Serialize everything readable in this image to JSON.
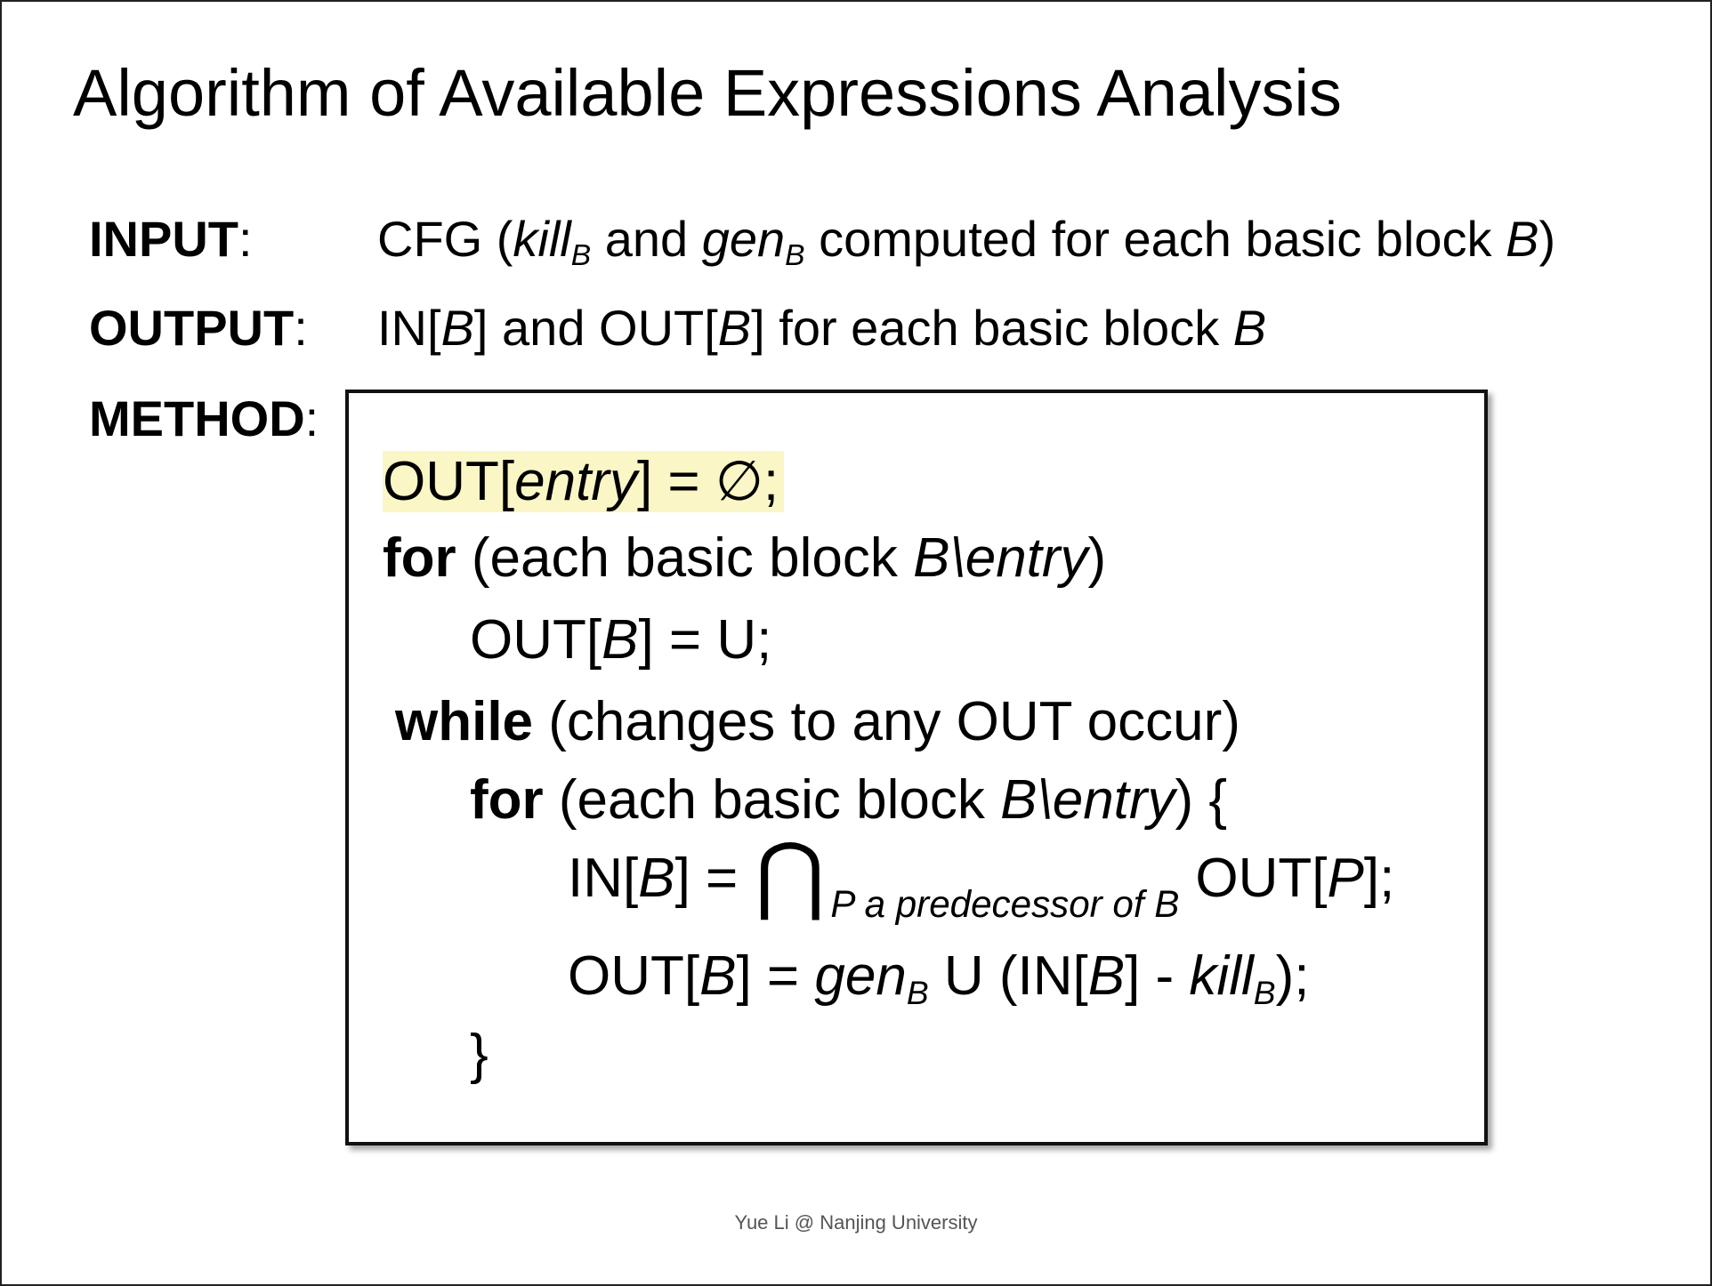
{
  "slide": {
    "title": "Algorithm of Available Expressions Analysis",
    "footer": "Yue Li @ Nanjing University"
  },
  "input": {
    "label": "INPUT",
    "colon": ":",
    "v1": "CFG (",
    "kill": "kill",
    "sub_b": "B",
    "v2": " and ",
    "gen": "gen",
    "v3": " computed for each basic block ",
    "block": "B",
    "v4": ")"
  },
  "output": {
    "label": "OUTPUT",
    "colon": ":",
    "v1": "IN[",
    "b1": "B",
    "v2": "] and OUT[",
    "b2": "B",
    "v3": "] for each basic block ",
    "b3": "B"
  },
  "method": {
    "label": "METHOD",
    "colon": ":",
    "line1": {
      "a": "OUT[",
      "entry": "entry",
      "b": "] = ∅;"
    },
    "line2": {
      "kw": "for",
      "a": " (each basic block ",
      "b": "B",
      "entry": "\\entry",
      "c": ")"
    },
    "line3": {
      "a": "OUT[",
      "b": "B",
      "c": "] = U;"
    },
    "line4": {
      "kw": "while",
      "a": " (changes to any OUT occur)"
    },
    "line5": {
      "kw": "for",
      "a": " (each basic block ",
      "b": "B",
      "entry": "\\entry",
      "c": ") {"
    },
    "line6": {
      "a": "IN[",
      "b": "B",
      "c": "] = ",
      "cap": "⋂",
      "sub": "P a predecessor of B",
      "d": "OUT[",
      "p": "P",
      "e": "];"
    },
    "line7": {
      "a": "OUT[",
      "b": "B",
      "c": "] = ",
      "gen": "gen",
      "sub_b": "B",
      "d": " U (IN[",
      "b2": "B",
      "e": "] - ",
      "kill": "kill",
      "f": ");"
    },
    "line8": {
      "a": "}"
    }
  }
}
